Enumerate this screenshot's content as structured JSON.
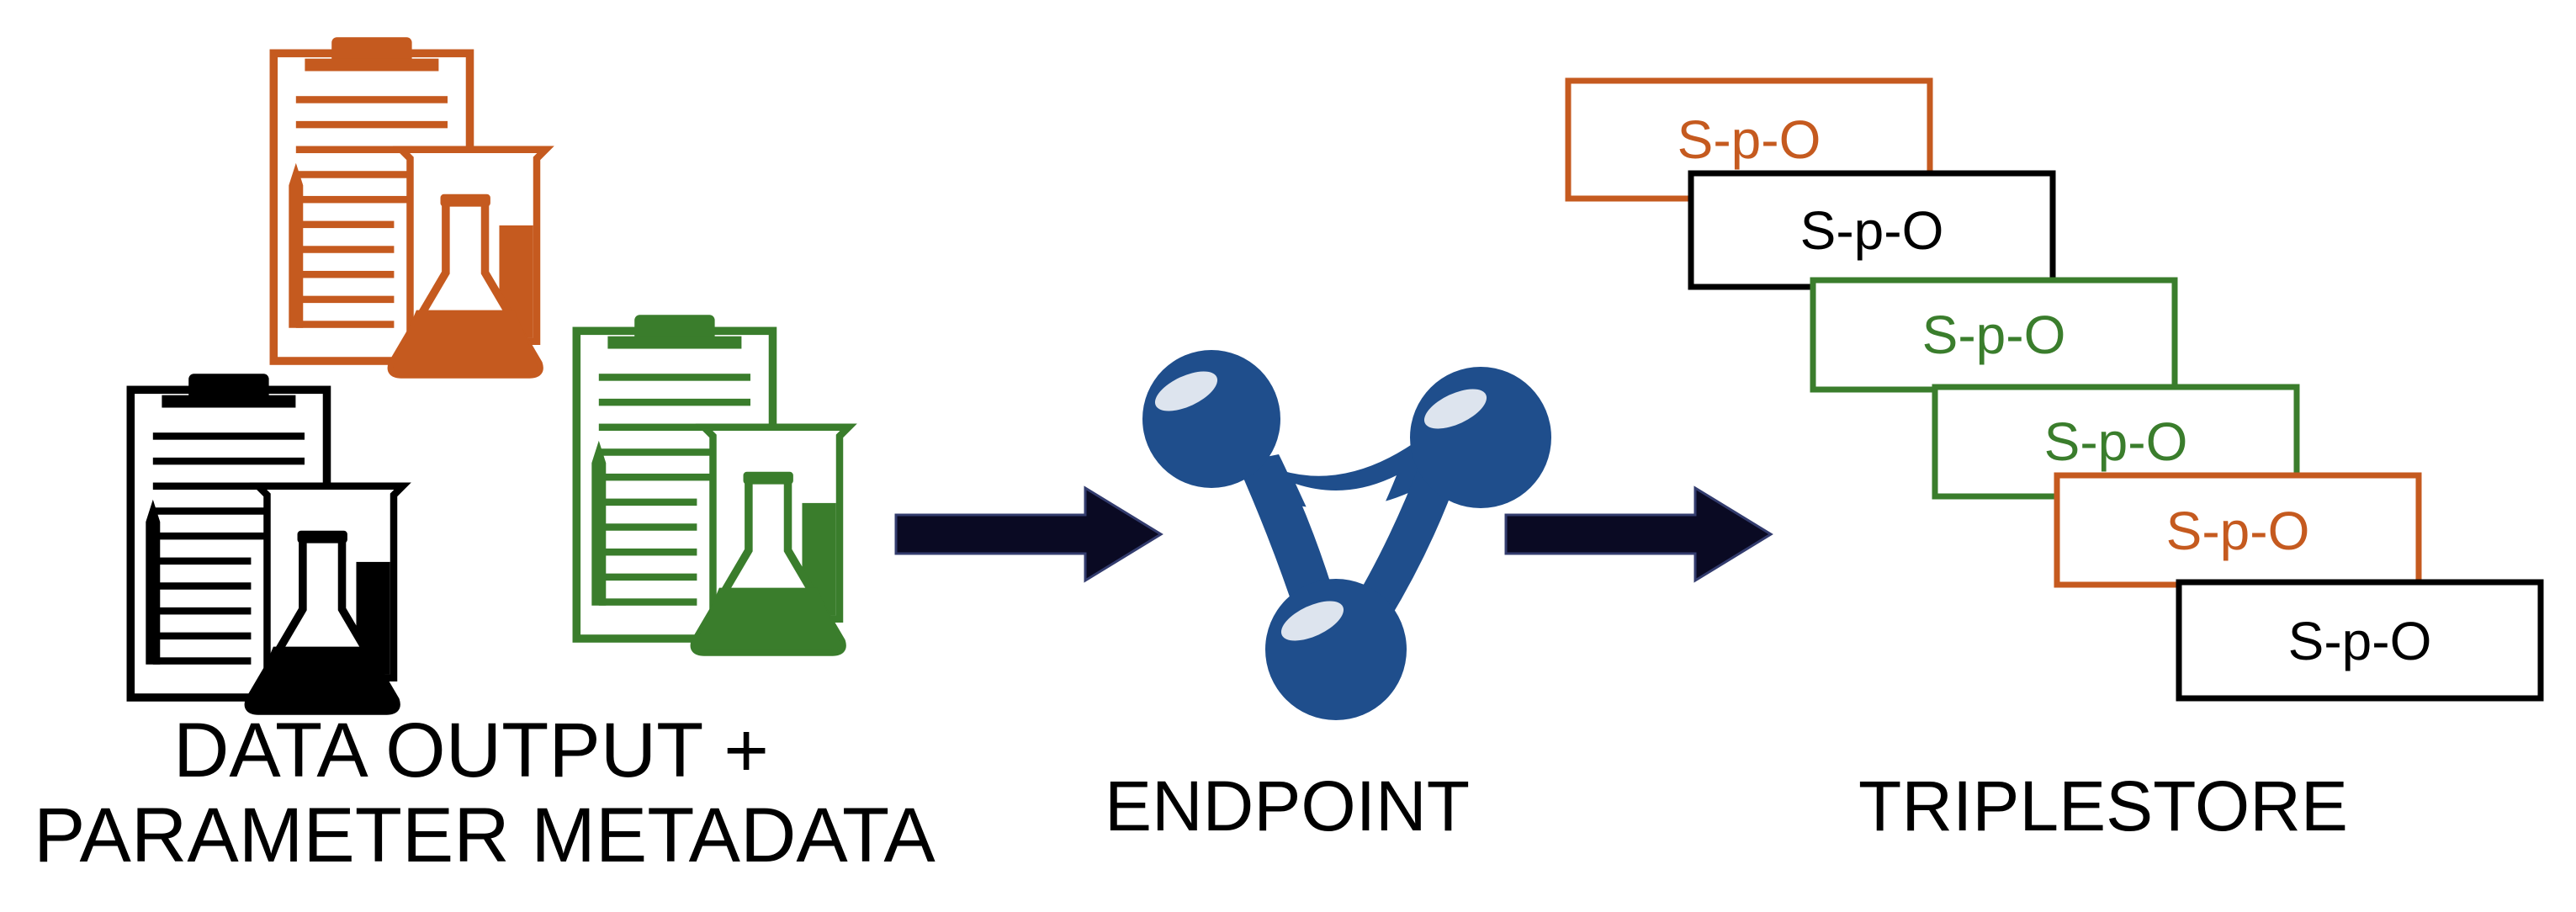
{
  "captions": {
    "data_line1": "DATA OUTPUT +",
    "data_line2": "PARAMETER METADATA",
    "endpoint": "ENDPOINT",
    "triplestore": "TRIPLESTORE"
  },
  "documents": [
    {
      "name": "orange",
      "color": "#c55a1f"
    },
    {
      "name": "black",
      "color": "#000000"
    },
    {
      "name": "green",
      "color": "#3a7d2c"
    }
  ],
  "endpoint_icon": {
    "name": "sparql-endpoint-icon",
    "color": "#1f4e8c"
  },
  "arrows": {
    "color": "#0a0a23"
  },
  "triples": [
    {
      "label": "S-p-O",
      "color": "#c55a1f"
    },
    {
      "label": "S-p-O",
      "color": "#000000"
    },
    {
      "label": "S-p-O",
      "color": "#3a7d2c"
    },
    {
      "label": "S-p-O",
      "color": "#3a7d2c"
    },
    {
      "label": "S-p-O",
      "color": "#c55a1f"
    },
    {
      "label": "S-p-O",
      "color": "#000000"
    }
  ]
}
